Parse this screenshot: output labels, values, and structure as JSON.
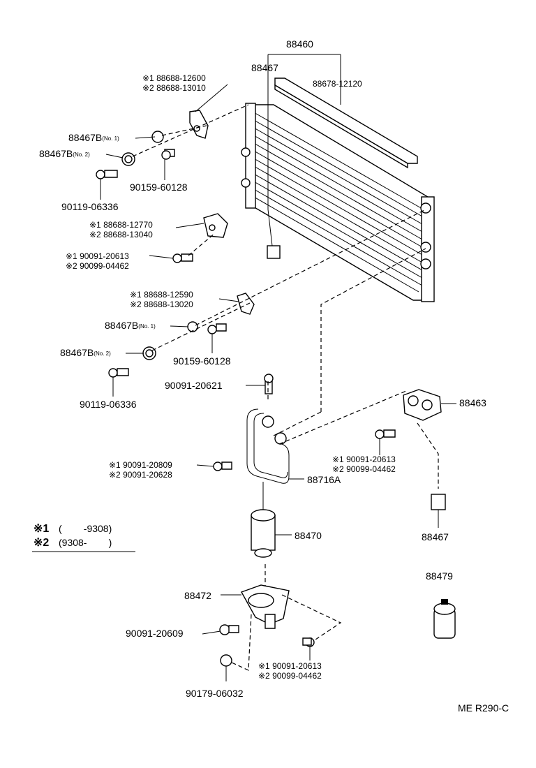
{
  "labels": {
    "condenser_assy": "88460",
    "condenser": "88467",
    "seal": "88678-12120",
    "bracket_upper_1": "※1 88688-12600",
    "bracket_upper_2": "※2 88688-13010",
    "cushion_no1_a": "88467B",
    "cushion_no1_a_suffix": "(No. 1)",
    "cushion_no2_a": "88467B",
    "cushion_no2_a_suffix": "(No. 2)",
    "bolt_a": "90159-60128",
    "bolt_b": "90119-06336",
    "bracket_mid_1": "※1 88688-12770",
    "bracket_mid_2": "※2 88688-13040",
    "bolt_c_1": "※1 90091-20613",
    "bolt_c_2": "※2 90099-04462",
    "bracket_low_1": "※1 88688-12590",
    "bracket_low_2": "※2 88688-13020",
    "cushion_no1_b": "88467B",
    "cushion_no1_b_suffix": "(No. 1)",
    "cushion_no2_b": "88467B",
    "cushion_no2_b_suffix": "(No. 2)",
    "bolt_d": "90159-60128",
    "bolt_e": "90119-06336",
    "bolt_f": "90091-20621",
    "switch": "88463",
    "bolt_g_1": "※1 90091-20613",
    "bolt_g_2": "※2 90099-04462",
    "bolt_h_1": "※1 90091-20809",
    "bolt_h_2": "※2 90091-20628",
    "tube": "88716A",
    "connector": "88467",
    "dryer": "88470",
    "dryer_bracket": "88472",
    "bolt_i": "90091-20609",
    "bolt_j_1": "※1 90091-20613",
    "bolt_j_2": "※2 90099-04462",
    "nut": "90179-06032",
    "desiccant": "88479",
    "footer_code": "ME R290-C"
  },
  "legend": {
    "row1_mark": "※1",
    "row1_text": "(        -9308)",
    "row2_mark": "※2",
    "row2_text": "(9308-        )"
  },
  "colors": {
    "ink": "#000000",
    "paper": "#ffffff"
  }
}
